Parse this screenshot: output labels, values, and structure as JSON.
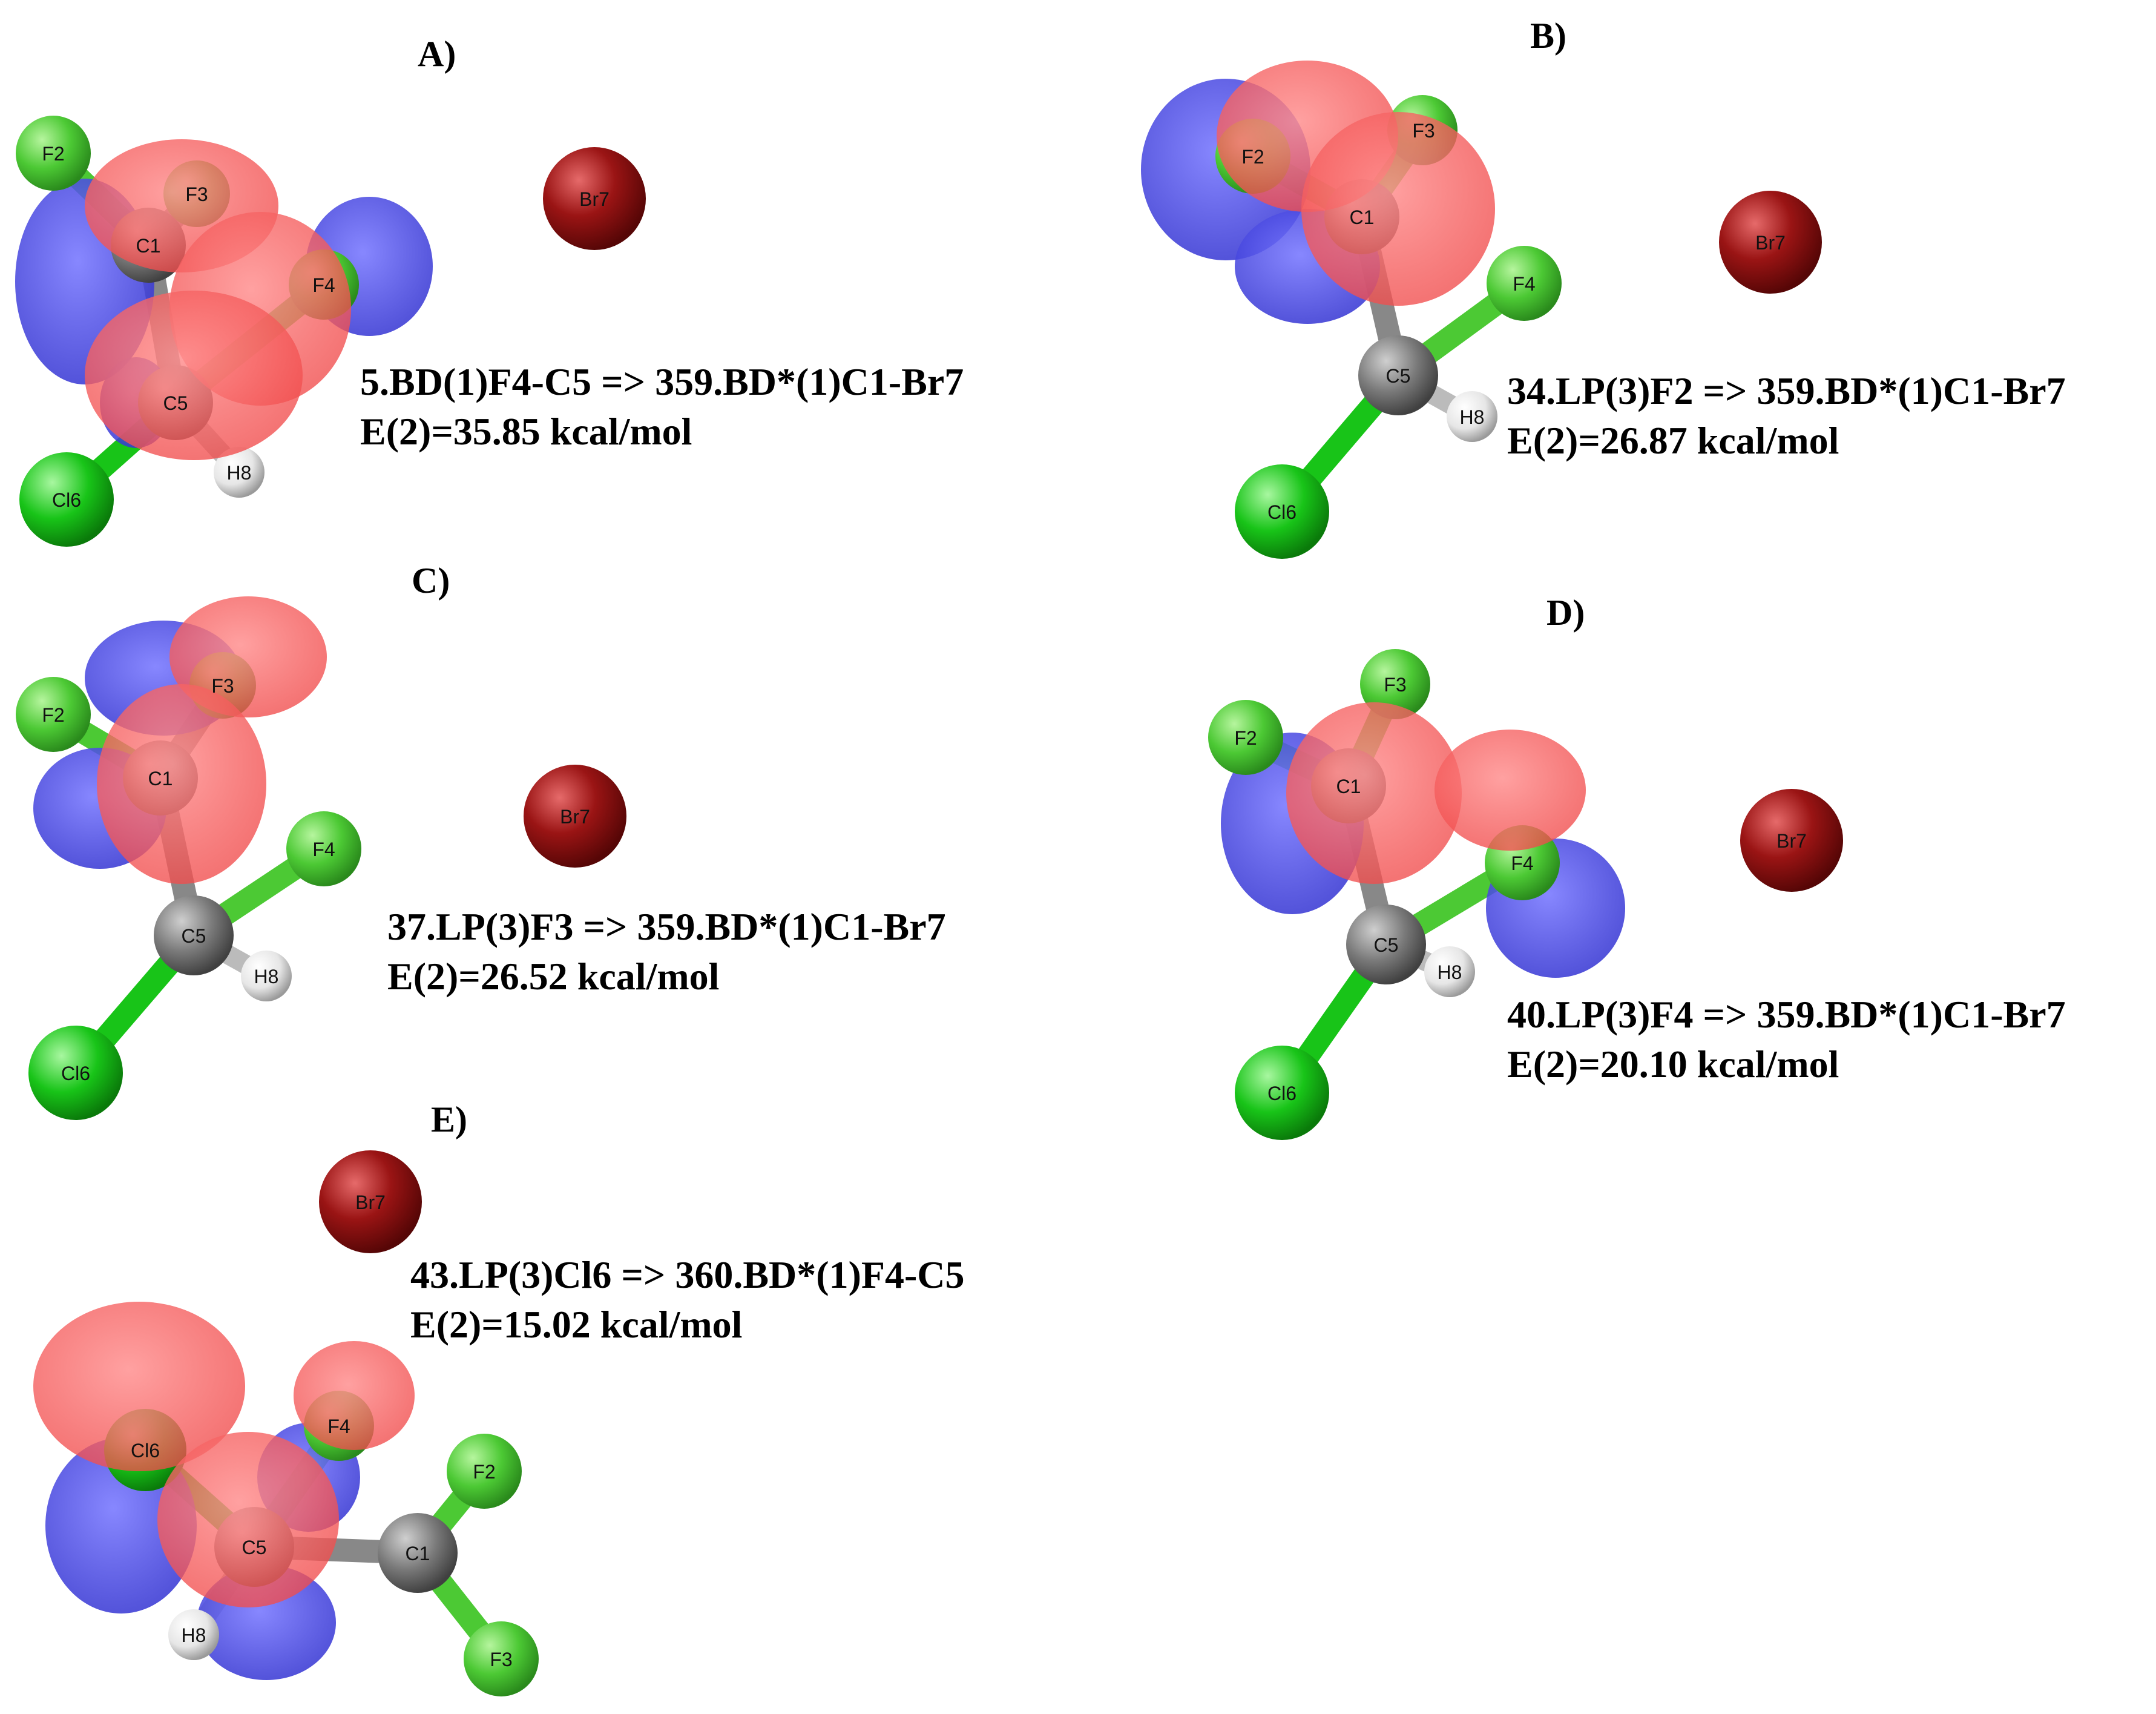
{
  "panels": [
    {
      "id": "A",
      "label": "A)",
      "transition": "5.BD(1)F4-C5 => 359.BD*(1)C1-Br7",
      "energy": "E(2)=35.85 kcal/mol",
      "atoms": [
        "F2",
        "F3",
        "C1",
        "F4",
        "C5",
        "Cl6",
        "H8",
        "Br7"
      ]
    },
    {
      "id": "B",
      "label": "B)",
      "transition": "34.LP(3)F2 => 359.BD*(1)C1-Br7",
      "energy": "E(2)=26.87 kcal/mol",
      "atoms": [
        "F2",
        "F3",
        "C1",
        "F4",
        "C5",
        "H8",
        "Cl6",
        "Br7"
      ]
    },
    {
      "id": "C",
      "label": "C)",
      "transition": "37.LP(3)F3 => 359.BD*(1)C1-Br7",
      "energy": "E(2)=26.52 kcal/mol",
      "atoms": [
        "F3",
        "F2",
        "C1",
        "F4",
        "C5",
        "H8",
        "Cl6",
        "Br7"
      ]
    },
    {
      "id": "D",
      "label": "D)",
      "transition": "40.LP(3)F4 => 359.BD*(1)C1-Br7",
      "energy": "E(2)=20.10 kcal/mol",
      "atoms": [
        "F3",
        "F2",
        "C1",
        "F4",
        "C5",
        "H8",
        "Cl6",
        "Br7"
      ]
    },
    {
      "id": "E",
      "label": "E)",
      "transition": "43.LP(3)Cl6 => 360.BD*(1)F4-C5",
      "energy": "E(2)=15.02 kcal/mol",
      "atoms": [
        "Br7",
        "F4",
        "Cl6",
        "C5",
        "C1",
        "F2",
        "H8",
        "F3"
      ]
    }
  ],
  "colors": {
    "fluorine": "#4cc934",
    "chlorine": "#18c418",
    "carbon": "#7a7a7a",
    "hydrogen": "#e6e6e6",
    "bromine": "#9a1414",
    "orbital_positive": "#f04848",
    "orbital_negative": "#3c3cd8"
  }
}
